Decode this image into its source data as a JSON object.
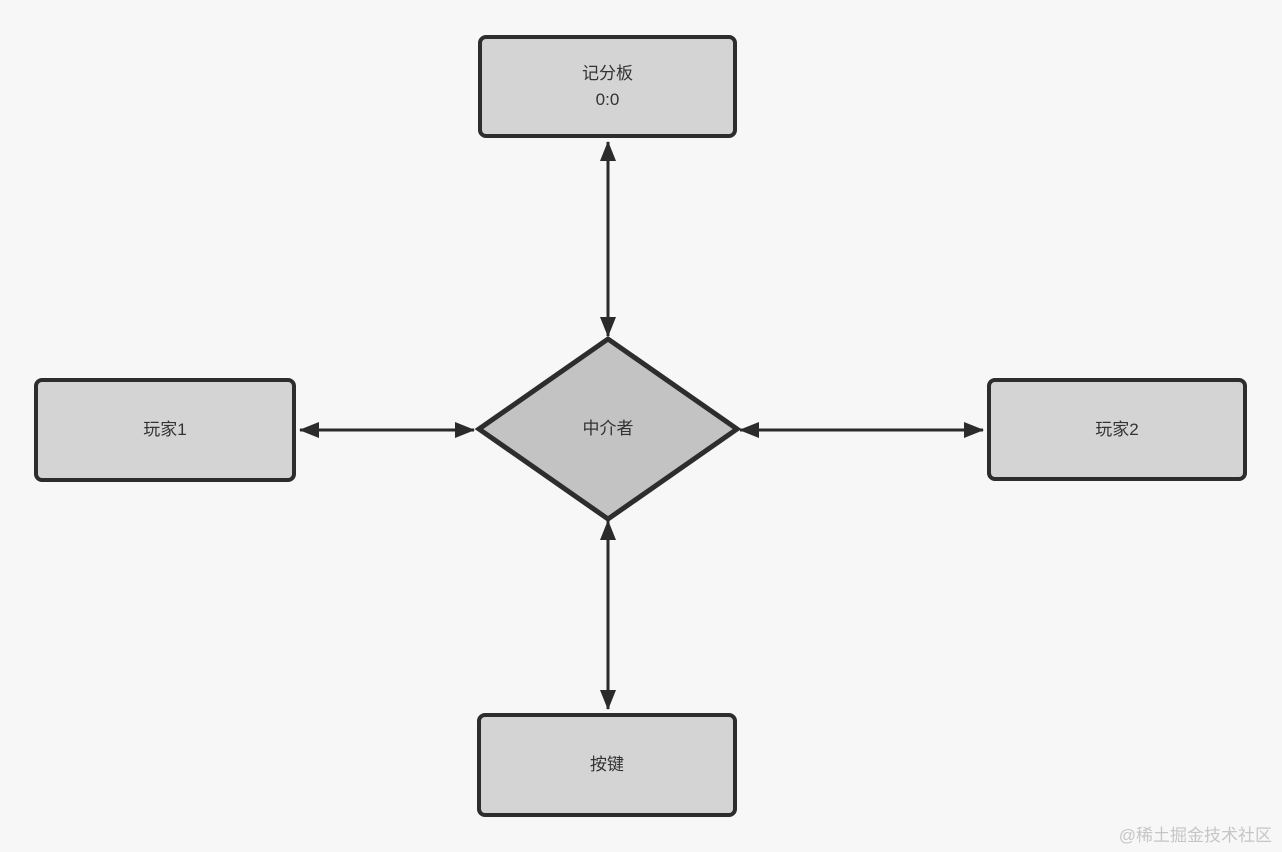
{
  "diagram": {
    "type": "flowchart",
    "nodes": {
      "scoreboard": {
        "label": "记分板",
        "score": "0:0",
        "shape": "rounded-rectangle"
      },
      "player1": {
        "label": "玩家1",
        "shape": "rounded-rectangle"
      },
      "mediator": {
        "label": "中介者",
        "shape": "diamond"
      },
      "player2": {
        "label": "玩家2",
        "shape": "rounded-rectangle"
      },
      "button": {
        "label": "按键",
        "shape": "rounded-rectangle"
      }
    },
    "connectors": [
      {
        "from": "scoreboard",
        "to": "mediator",
        "style": "double-arrow"
      },
      {
        "from": "player1",
        "to": "mediator",
        "style": "double-arrow"
      },
      {
        "from": "player2",
        "to": "mediator",
        "style": "double-arrow"
      },
      {
        "from": "button",
        "to": "mediator",
        "style": "double-arrow"
      }
    ],
    "colors": {
      "background": "#f7f7f7",
      "node_fill": "#d4d4d4",
      "diamond_fill": "#c3c3c3",
      "stroke": "#2d2d2d",
      "text": "#333333",
      "watermark": "#c6c6c6"
    }
  },
  "watermark": {
    "text": "@稀土掘金技术社区"
  }
}
